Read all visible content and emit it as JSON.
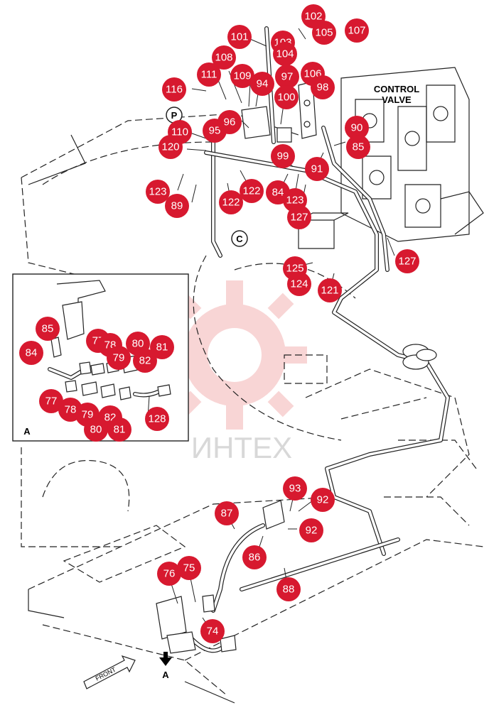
{
  "labels": {
    "control_valve": [
      "CONTROL",
      "VALVE"
    ],
    "port_p": "P",
    "port_c": "C",
    "inset_a": "A",
    "view_arrow_a": "A",
    "front_arrow": "FRONT",
    "watermark": "ИНТЕХ"
  },
  "colors": {
    "callout": "#d7192f",
    "watermark": "#f2a6a6",
    "line": "#222222"
  },
  "callouts": [
    "101",
    "102",
    "105",
    "107",
    "108",
    "103",
    "104",
    "111",
    "109",
    "97",
    "106",
    "116",
    "94",
    "98",
    "100",
    "110",
    "95",
    "96",
    "90",
    "120",
    "85",
    "99",
    "91",
    "123",
    "122",
    "89",
    "84",
    "123",
    "122",
    "127",
    "127",
    "125",
    "124",
    "121",
    "85",
    "84",
    "77",
    "78",
    "80",
    "81",
    "79",
    "82",
    "77",
    "78",
    "79",
    "82",
    "128",
    "80",
    "81",
    "93",
    "92",
    "87",
    "92",
    "86",
    "76",
    "75",
    "88",
    "74"
  ]
}
